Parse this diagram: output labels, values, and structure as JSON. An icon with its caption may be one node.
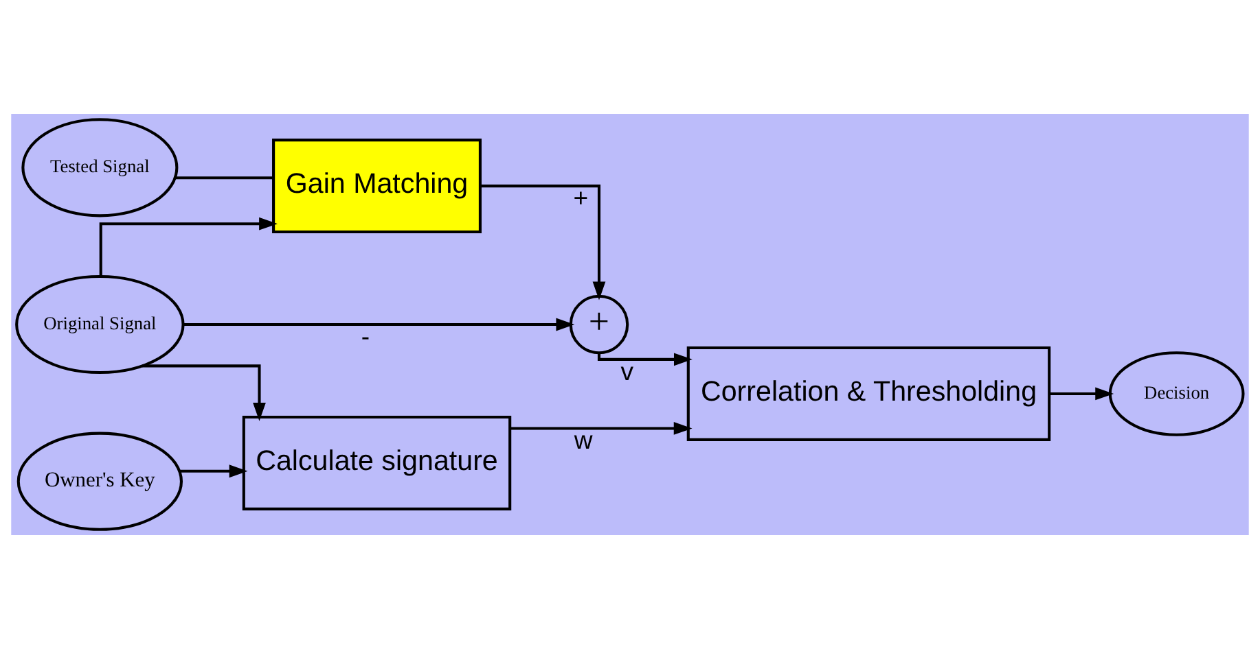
{
  "diagram": {
    "nodes": [
      {
        "text": [
          "Tested Signal"
        ]
      },
      {
        "text": [
          "Gain Matching"
        ]
      },
      {
        "text": [
          "+"
        ]
      },
      {
        "text": [
          "Correlation & Thresholding"
        ]
      },
      {
        "text": [
          "Decision"
        ]
      },
      {
        "text": [
          "Original Signal"
        ]
      },
      {
        "text": [
          "Calculate signature"
        ]
      },
      {
        "text": [
          "Owner's Key"
        ]
      }
    ],
    "edges": [
      {
        "from": 0,
        "to": 1,
        "arrow": "none"
      },
      {
        "from": 1,
        "to": 2,
        "arrow": "to",
        "label": "+"
      },
      {
        "from": 2,
        "to": 3,
        "arrow": "to",
        "label": "v"
      },
      {
        "from": 3,
        "to": 4,
        "arrow": "to"
      },
      {
        "from": 5,
        "to": 1,
        "arrow": "to"
      },
      {
        "from": 5,
        "to": 2,
        "arrow": "to",
        "label": "-"
      },
      {
        "from": 5,
        "to": 6,
        "arrow": "to"
      },
      {
        "from": 7,
        "to": 6,
        "arrow": "to"
      },
      {
        "from": 6,
        "to": 3,
        "arrow": "to",
        "label": "w"
      }
    ]
  }
}
